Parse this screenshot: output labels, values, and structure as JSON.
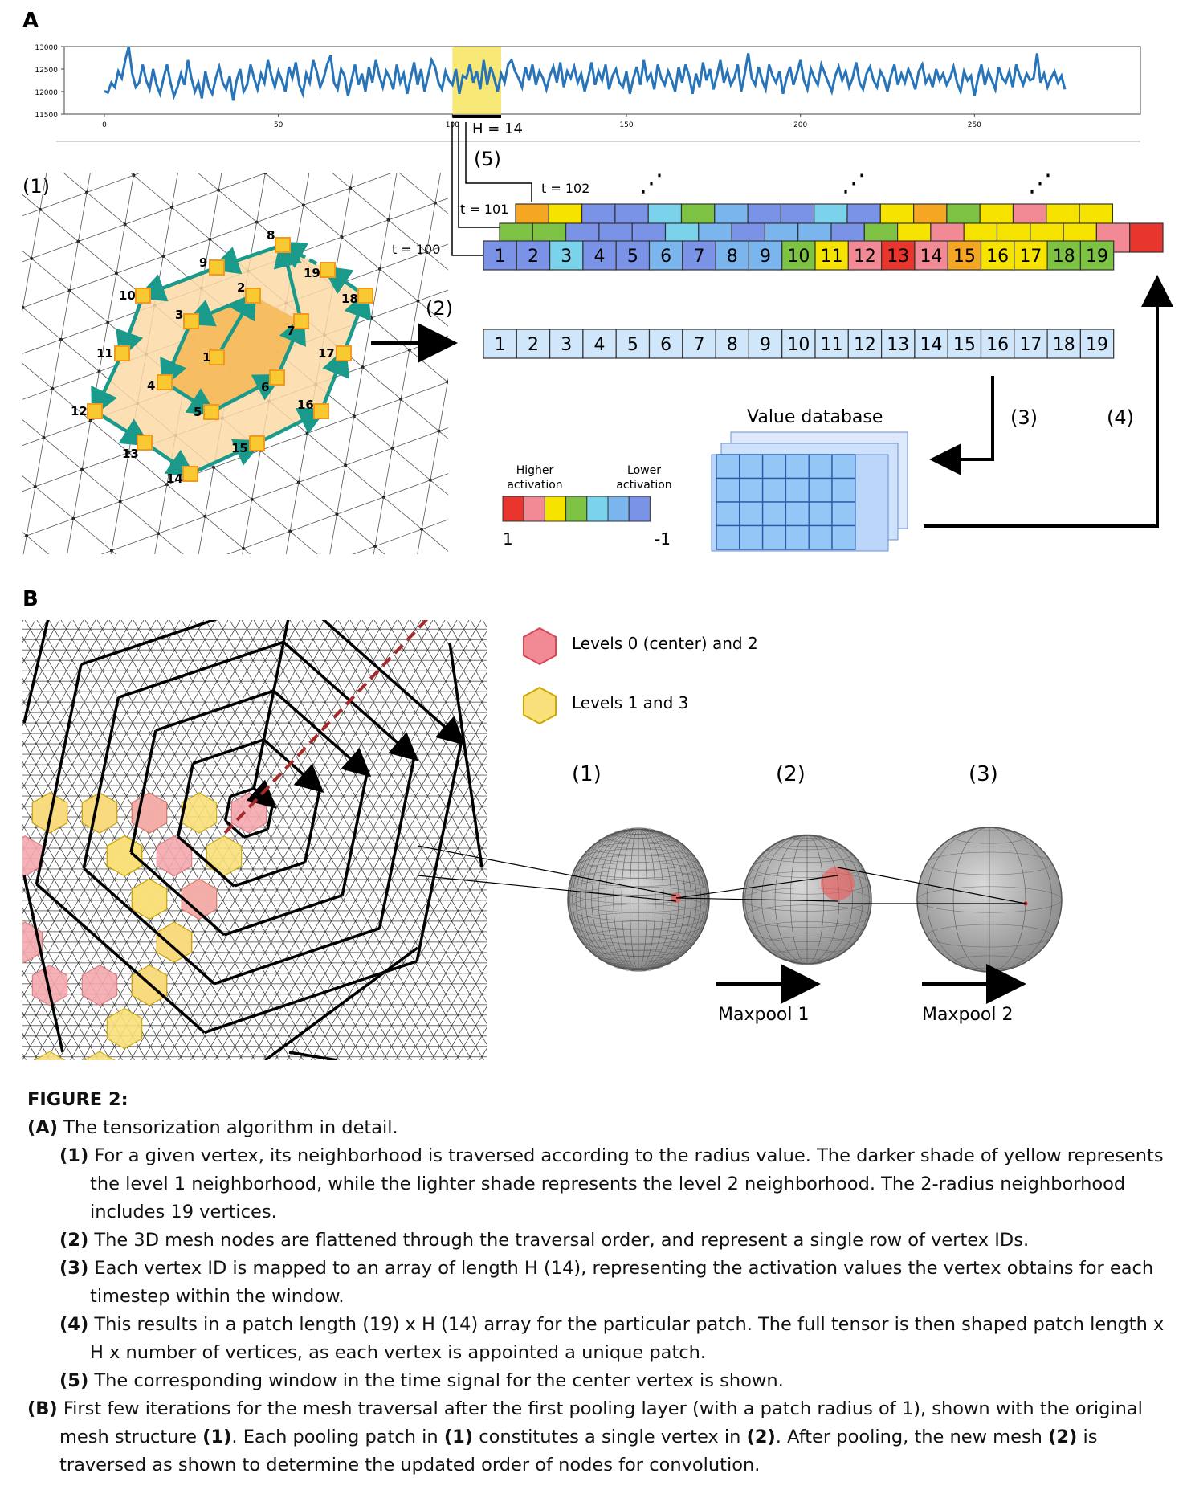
{
  "panel_a": {
    "label": "A",
    "chart_data": {
      "type": "line",
      "y_ticks": [
        "13000",
        "12500",
        "12000",
        "11500"
      ],
      "x_ticks": [
        "0",
        "50",
        "100",
        "150",
        "200",
        "250"
      ],
      "ylim": [
        11500,
        13000
      ],
      "xlim": [
        0,
        285
      ],
      "highlight_window": [
        100,
        114
      ],
      "series_color": "#2874b8",
      "values": [
        12010,
        11980,
        12200,
        12100,
        12450,
        12300,
        12700,
        13000,
        12400,
        12100,
        12200,
        12600,
        12250,
        12050,
        12500,
        12150,
        11950,
        12300,
        12600,
        12200,
        11900,
        12100,
        12400,
        12150,
        12700,
        12300,
        12000,
        12200,
        11850,
        12450,
        12100,
        11950,
        12300,
        12550,
        12200,
        12050,
        12350,
        11800,
        12250,
        12500,
        12000,
        12150,
        12600,
        12300,
        12050,
        12400,
        12200,
        12700,
        12350,
        12100,
        12450,
        12250,
        12000,
        12550,
        12300,
        12650,
        12150,
        11950,
        12400,
        12200,
        12700,
        12450,
        12100,
        12300,
        12600,
        12800,
        12200,
        12050,
        12500,
        12350,
        11900,
        12250,
        12600,
        12150,
        12400,
        12000,
        12550,
        12200,
        12700,
        12350,
        12100,
        12450,
        12300,
        12050,
        12600,
        12200,
        12400,
        11950,
        12300,
        12650,
        12150,
        12500,
        12000,
        12350,
        12700,
        12550,
        12200,
        12050,
        12450,
        12250,
        12150,
        12500,
        11950,
        12350,
        12300,
        12600,
        12200,
        12450,
        12050,
        12700,
        12150,
        12550,
        12300,
        12000,
        12400,
        12200,
        12600,
        12700,
        12450,
        12300,
        12100,
        12550,
        12250,
        12600,
        12150,
        12450,
        12300,
        12050,
        12350,
        12550,
        12200,
        12650,
        12100,
        12450,
        12300,
        12550,
        12200,
        12400,
        12000,
        12300,
        12650,
        12150,
        12450,
        12250,
        12600,
        12050,
        12350,
        12500,
        12200,
        12100,
        12450,
        11950,
        12300,
        12550,
        12150,
        12700,
        12250,
        12400,
        12050,
        12600,
        12300,
        12150,
        12450,
        12250,
        12000,
        12550,
        12200,
        12600,
        12350,
        11950,
        12400,
        12100,
        12650,
        12250,
        12500,
        12050,
        12350,
        12700,
        12200,
        12450,
        12150,
        12300,
        12600,
        12000,
        12400,
        12850,
        12300,
        12150,
        12550,
        12250,
        12050,
        12600,
        12350,
        12200,
        12450,
        11950,
        12300,
        12550,
        12150,
        12400,
        12700,
        12250,
        12050,
        12500,
        12300,
        12150,
        12600,
        12400,
        12200,
        12000,
        12350,
        12550,
        12250,
        12450,
        12100,
        12300,
        12650,
        12200,
        12050,
        12400,
        12550,
        12250,
        12100,
        12450,
        12300,
        12000,
        12350,
        12600,
        12150,
        12400,
        12200,
        12500,
        12300,
        12050,
        12450,
        12600,
        12200,
        12350,
        12100,
        12500,
        12250,
        12400,
        12150,
        12300,
        12550,
        12200,
        12000,
        12450,
        12250,
        12350,
        11900,
        12300,
        12600,
        12150,
        12450,
        12250,
        12050,
        12550,
        12300,
        12200,
        12450,
        12100,
        12600,
        12350,
        12150,
        12400,
        12250,
        12300,
        12850,
        12200,
        12400,
        12100,
        12300,
        12450,
        12200,
        12350,
        12050
      ]
    },
    "h_label": "H = 14",
    "step5": "(5)",
    "t_labels": [
      "t = 100",
      "t = 101",
      "t = 102"
    ],
    "step1": "(1)",
    "step2": "(2)",
    "step3": "(3)",
    "step4": "(4)",
    "dots": "⋰",
    "mesh_nodes": [
      "1",
      "2",
      "3",
      "4",
      "5",
      "6",
      "7",
      "8",
      "9",
      "10",
      "11",
      "12",
      "13",
      "14",
      "15",
      "16",
      "17",
      "18",
      "19"
    ],
    "row_colored": {
      "ids": [
        "1",
        "2",
        "3",
        "4",
        "5",
        "6",
        "7",
        "8",
        "9",
        "10",
        "11",
        "12",
        "13",
        "14",
        "15",
        "16",
        "17",
        "18",
        "19"
      ],
      "colors": [
        "#7b93e6",
        "#7b93e6",
        "#7ad3eb",
        "#7b93e6",
        "#7b93e6",
        "#7ab5ee",
        "#7b93e6",
        "#7ab5ee",
        "#7ab5ee",
        "#7dc242",
        "#f7e300",
        "#f28a95",
        "#e8352e",
        "#f28a95",
        "#f5a623",
        "#f7e300",
        "#f7e300",
        "#7dc242",
        "#7dc242"
      ]
    },
    "row_back1_colors": [
      "#7dc242",
      "#7dc242",
      "#7b93e6",
      "#7b93e6",
      "#7b93e6",
      "#7ad3eb",
      "#7ab5ee",
      "#7b93e6",
      "#7ab5ee",
      "#7ab5ee",
      "#7b93e6",
      "#7dc242",
      "#f7e300",
      "#f28a95",
      "#f7e300",
      "#f7e300",
      "#f7e300",
      "#f7e300",
      "#f28a95",
      "#e8352e"
    ],
    "row_back2_colors": [
      "#f5a623",
      "#f7e300",
      "#7b93e6",
      "#7b93e6",
      "#7ad3eb",
      "#7dc242",
      "#7ab5ee",
      "#7b93e6",
      "#7b93e6",
      "#7ad3eb",
      "#7b93e6",
      "#f7e300",
      "#f5a623",
      "#7dc242",
      "#f7e300",
      "#f28a95",
      "#f7e300",
      "#f7e300"
    ],
    "row_plain_color": "#cfe6fb",
    "value_db_label": "Value database",
    "legend": {
      "higher": "Higher\nactivation",
      "higher_l1": "Higher",
      "higher_l2": "activation",
      "lower_l1": "Lower",
      "lower_l2": "activation",
      "max": "1",
      "min": "-1",
      "colors": [
        "#e8352e",
        "#f28a95",
        "#f7e300",
        "#7dc242",
        "#7ad3eb",
        "#7ab5ee",
        "#7b93e6"
      ]
    }
  },
  "panel_b": {
    "label": "B",
    "legend_red": "Levels 0 (center) and 2",
    "legend_yellow": "Levels 1 and 3",
    "sphere_labels": [
      "(1)",
      "(2)",
      "(3)"
    ],
    "maxpool1": "Maxpool 1",
    "maxpool2": "Maxpool 2",
    "colors": {
      "red_hex": "#f4a9ad",
      "yellow_hex": "#f9e07a",
      "teal": "#1a9a8a",
      "dash": "#a52a2a"
    }
  },
  "caption": {
    "title": "FIGURE 2:",
    "a_tag": "(A)",
    "a_text": " The tensorization algorithm in detail.",
    "i1_tag": "(1)",
    "i1_text": " For a given vertex, its neighborhood is traversed according to the radius value. The darker shade of yellow represents the level 1 neighborhood, while the lighter shade represents the level 2 neighborhood. The 2-radius neighborhood includes 19 vertices.",
    "i2_tag": "(2)",
    "i2_text": " The 3D mesh nodes are flattened through the traversal order, and represent a single row of vertex IDs.",
    "i3_tag": "(3)",
    "i3_text": " Each vertex ID is mapped to an array of length H (14), representing the activation values the vertex obtains for each timestep within the window.",
    "i4_tag": "(4)",
    "i4_text": " This results in a patch length (19) x H (14) array for the particular patch. The full tensor is then shaped patch length x H x number of vertices, as each vertex is appointed a unique patch.",
    "i5_tag": "(5)",
    "i5_text": " The corresponding window in the time signal for the center vertex is shown.",
    "b_tag": "(B)",
    "b_text1": " First few iterations for the mesh traversal after the first pooling layer (with a patch radius of 1), shown with the original mesh structure ",
    "b_tag1": "(1)",
    "b_text2": ". Each pooling patch in ",
    "b_tag2": "(1)",
    "b_text3": " constitutes a single vertex in ",
    "b_tag3": "(2)",
    "b_text4": ". After pooling, the new mesh ",
    "b_tag4": "(2)",
    "b_text5": " is traversed as shown to determine the updated order of nodes for convolution."
  }
}
